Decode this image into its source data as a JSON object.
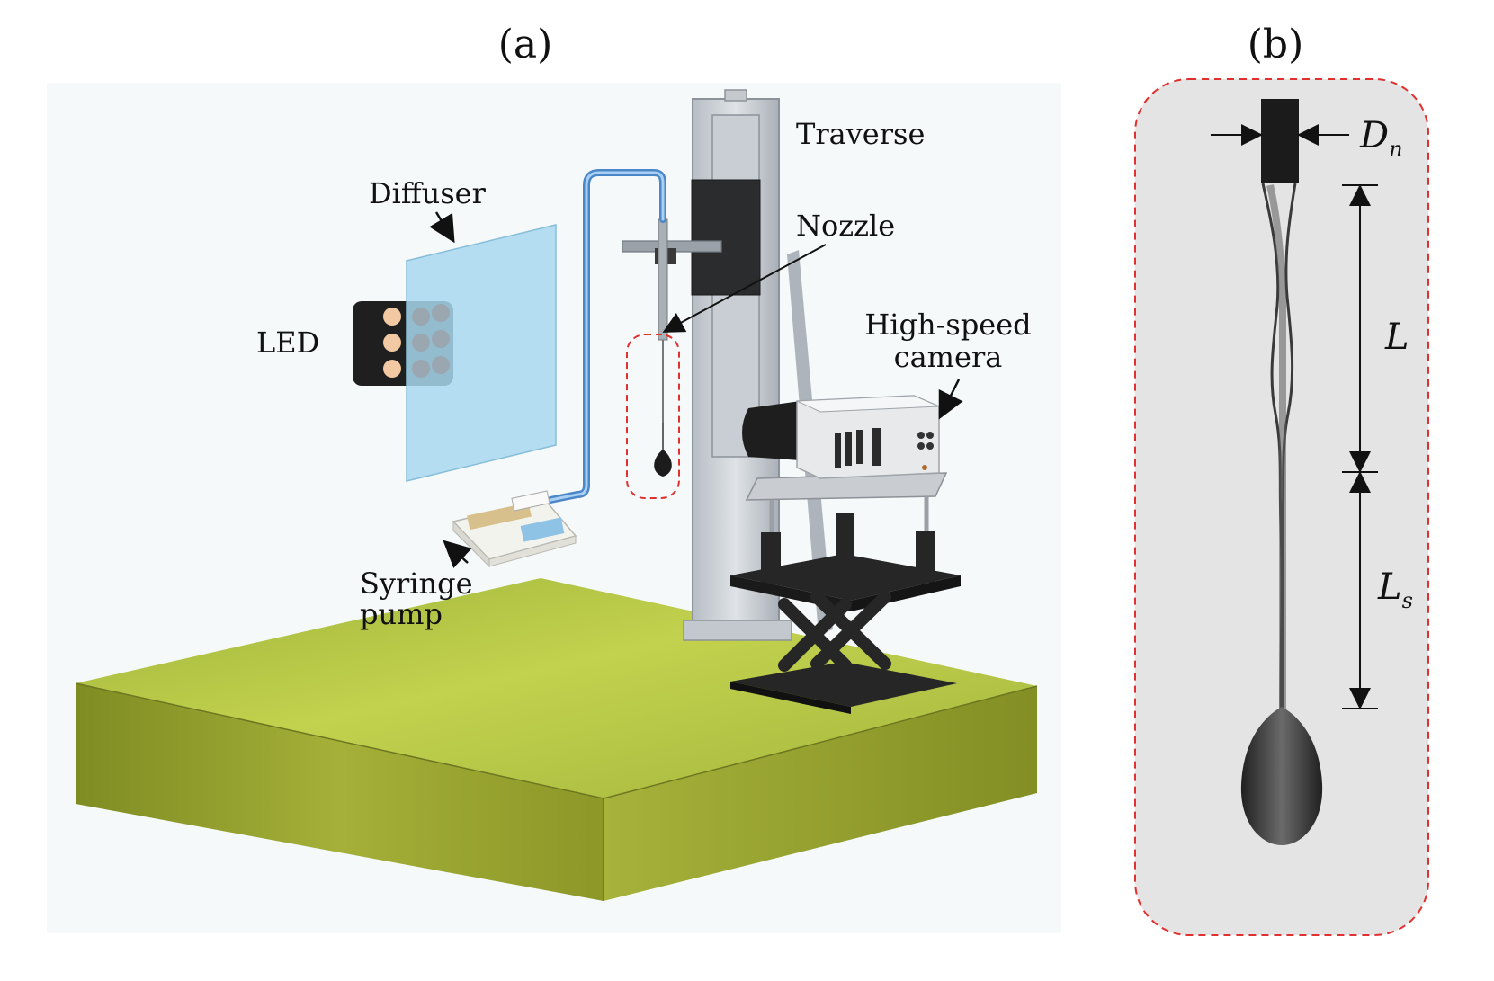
{
  "panels": {
    "a": {
      "label": "(a)"
    },
    "b": {
      "label": "(b)"
    }
  },
  "setup": {
    "traverse": "Traverse",
    "diffuser": "Diffuser",
    "nozzle": "Nozzle",
    "led": "LED",
    "camera_line1": "High-speed",
    "camera_line2": "camera",
    "pump_line1": "Syringe",
    "pump_line2": "pump"
  },
  "detail": {
    "dn_main": "D",
    "dn_sub": "n",
    "l": "L",
    "ls_main": "L",
    "ls_sub": "s"
  },
  "colors": {
    "bench_top": "#b7c94a",
    "bench_side": "#8e9a2a",
    "diffuser": "#a8d8ee",
    "tube": "#6aa8e0",
    "highlight_dashed": "#e03030",
    "detail_bg": "#e4e4e4",
    "metal": "#c6ccd2",
    "dark": "#2a2a2a"
  }
}
